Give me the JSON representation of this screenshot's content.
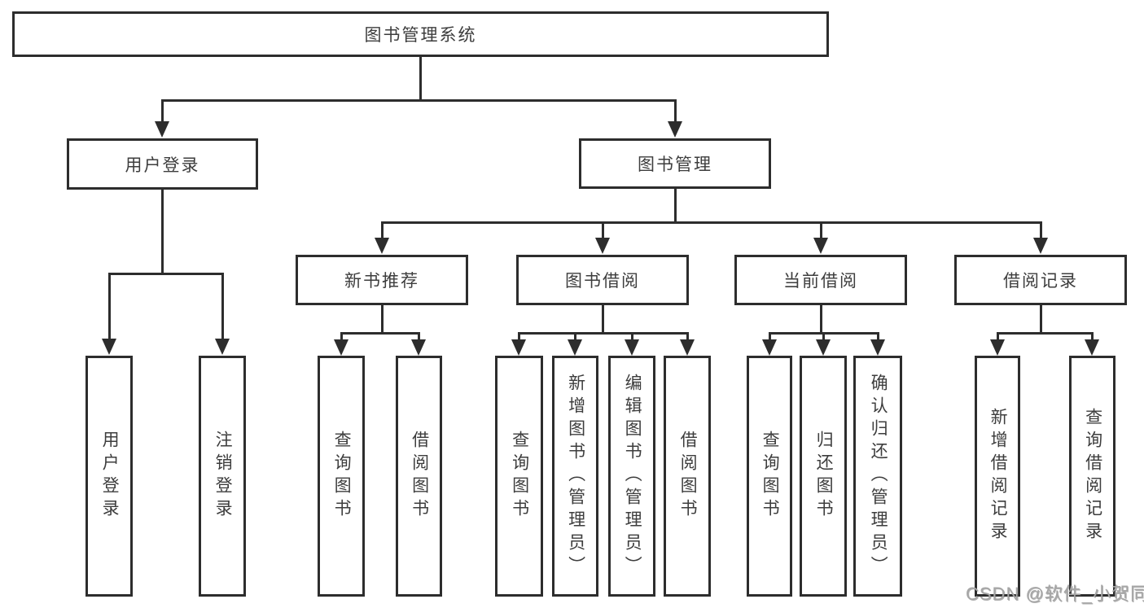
{
  "diagram": {
    "type": "hierarchy-tree",
    "root": "图书管理系统",
    "children": [
      {
        "label": "用户登录",
        "children": [
          "用户登录",
          "注销登录"
        ]
      },
      {
        "label": "图书管理",
        "children": [
          {
            "label": "新书推荐",
            "children": [
              "查询图书",
              "借阅图书"
            ]
          },
          {
            "label": "图书借阅",
            "children": [
              "查询图书",
              "新增图书（管理员）",
              "编辑图书（管理员）",
              "借阅图书"
            ]
          },
          {
            "label": "当前借阅",
            "children": [
              "查询图书",
              "归还图书",
              "确认归还（管理员）"
            ]
          },
          {
            "label": "借阅记录",
            "children": [
              "新增借阅记录",
              "查询借阅记录"
            ]
          }
        ]
      }
    ]
  },
  "watermark": "CSDN @软件_小贺同学",
  "colors": {
    "line": "#2d2d2d",
    "text": "#3d3d3d",
    "background": "#ffffff",
    "watermark": "#a6a6a6"
  }
}
